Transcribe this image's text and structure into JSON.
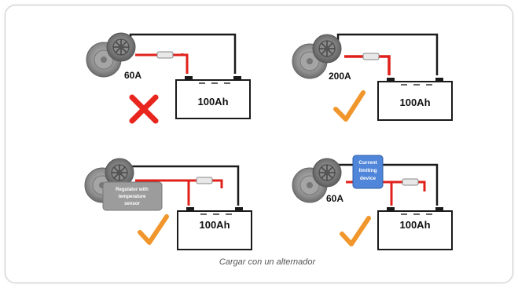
{
  "caption": "Cargar con un alternador",
  "panels": [
    {
      "id": "top-left",
      "current": "60A",
      "battery": "100Ah",
      "verdict": "cross"
    },
    {
      "id": "top-right",
      "current": "200A",
      "battery": "100Ah",
      "verdict": "check"
    },
    {
      "id": "bottom-left",
      "regulator_label": [
        "Regulator with",
        "temperature",
        "sensor"
      ],
      "battery": "100Ah",
      "verdict": "check"
    },
    {
      "id": "bottom-right",
      "current": "60A",
      "limiter_label": [
        "Current",
        "limiting",
        "device"
      ],
      "battery": "100Ah",
      "verdict": "check"
    }
  ],
  "colors": {
    "cable_red": "#e0211b",
    "cable_black": "#1a1a1a",
    "check": "#f0962c",
    "cross": "#e8261e",
    "limiter": "#4f86d9",
    "regulator": "#9c9c9c"
  }
}
